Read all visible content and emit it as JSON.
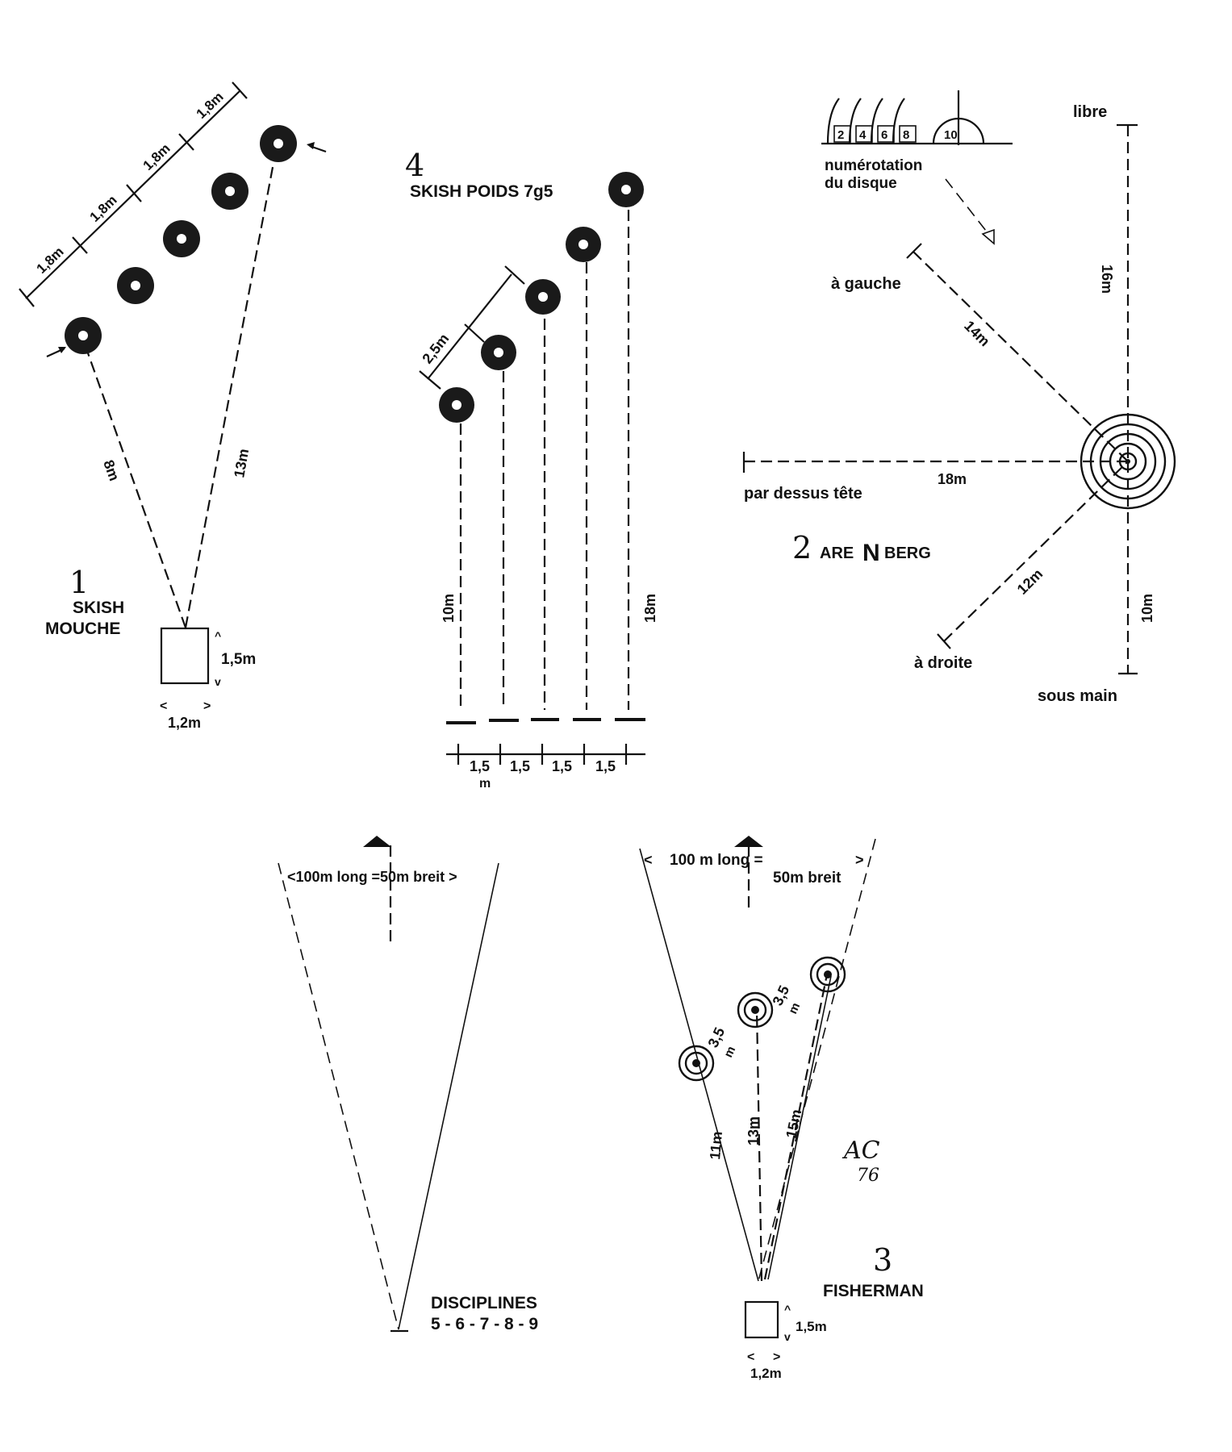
{
  "skish_mouche": {
    "number": "1",
    "title_line1": "SKISH",
    "title_line2": "MOUCHE",
    "spacings": [
      "1,8m",
      "1,8m",
      "1,8m",
      "1,8m"
    ],
    "dist_left": "8m",
    "dist_right": "13m",
    "box_height": "1,5m",
    "box_width": "1,2m"
  },
  "skish_poids": {
    "number": "4",
    "title": "SKISH POIDS 7g5",
    "diag_spacing": "2,5m",
    "dist_short": "10m",
    "dist_long": "18m",
    "bottom_spacings": [
      "1,5",
      "1,5",
      "1,5",
      "1,5"
    ],
    "bottom_unit": "m"
  },
  "arenberg": {
    "number": "2",
    "title_part1": "ARE",
    "title_n": "N",
    "title_part2": "BERG",
    "scale_numbers": [
      "2",
      "4",
      "6",
      "8",
      "10"
    ],
    "numerotation_line1": "numérotation",
    "numerotation_line2": "du disque",
    "libre": "libre",
    "gauche": "à gauche",
    "dessus": "par dessus tête",
    "droite": "à droite",
    "sous_main": "sous main",
    "dist_libre": "16m",
    "dist_gauche": "14m",
    "dist_dessus": "18m",
    "dist_droite": "12m",
    "dist_sous": "10m"
  },
  "disciplines": {
    "range": "<100m long =50m breit >",
    "title": "DISCIPLINES",
    "numbers": "5 - 6 - 7 - 8 - 9"
  },
  "fisherman": {
    "number": "3",
    "title": "FISHERMAN",
    "range_line1": "100 m long =",
    "range_line2": "50m breit",
    "dist_left": "11m",
    "dist_mid": "13m",
    "dist_right": "15m",
    "spacing_1": "3,5",
    "spacing_2": "3,5",
    "spacing_unit": "m",
    "box_height": "1,5m",
    "box_width": "1,2m"
  },
  "signature": {
    "initials": "AC",
    "year": "76"
  }
}
